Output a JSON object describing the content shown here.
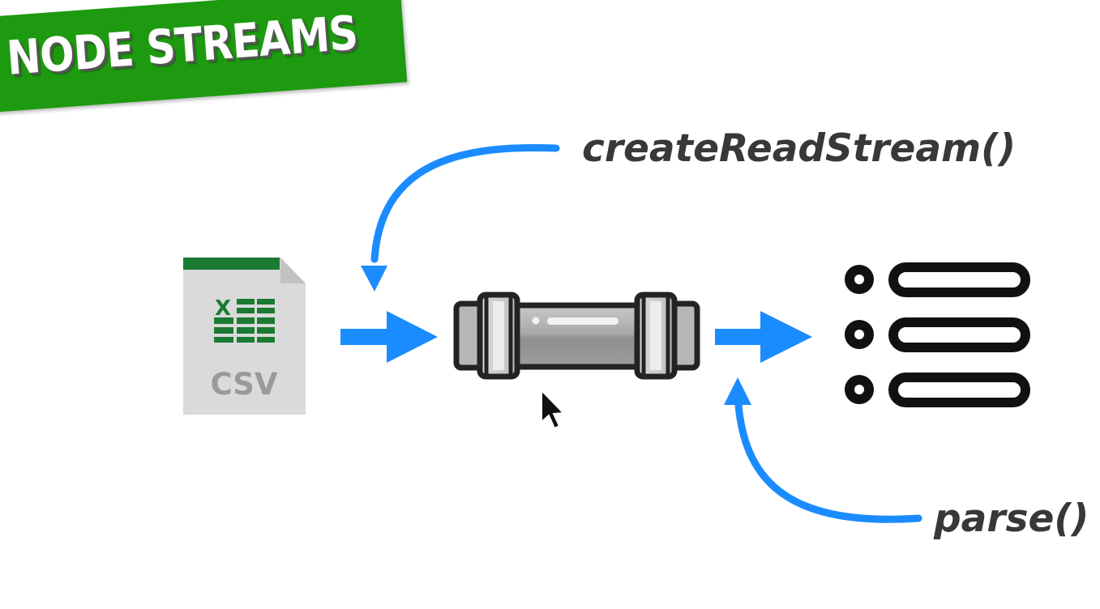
{
  "banner": {
    "title": "NODE STREAMS",
    "color": "#1e9a10"
  },
  "labels": {
    "read_stream": "createReadStream()",
    "parse": "parse()"
  },
  "csv_file": {
    "icon_letter": "X",
    "caption": "CSV",
    "accent_color": "#1b7a32"
  },
  "arrows": {
    "color": "#1a8cff"
  },
  "icons": [
    "csv-file-icon",
    "pipe-icon",
    "list-icon",
    "mouse-cursor-icon"
  ]
}
